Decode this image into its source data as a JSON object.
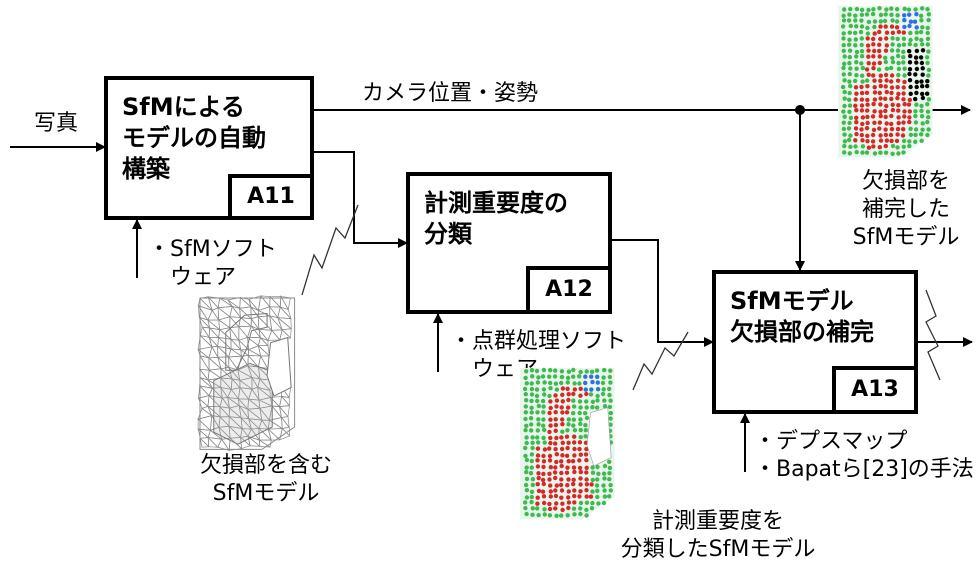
{
  "input_label": "写真",
  "camera_label": "カメラ位置・姿勢",
  "boxes": {
    "a11": {
      "title": "SfMによる\nモデルの自動\n構築",
      "id": "A11"
    },
    "a12": {
      "title": "計測重要度の\n分類",
      "id": "A12"
    },
    "a13": {
      "title": "SfMモデル\n欠損部の補完",
      "id": "A13"
    }
  },
  "mechanisms": {
    "a11": "・SfMソフト\n　ウェア",
    "a12": "・点群処理ソフト\n　ウェア",
    "a13": "・デプスマップ\n・Bapatら[23]の手法"
  },
  "captions": {
    "mesh": "欠損部を含む\nSfMモデル",
    "classified": "計測重要度を\n分類したSfMモデル",
    "completed": "欠損部を\n補完した\nSfMモデル"
  },
  "colors": {
    "red": "#d62828",
    "green": "#3fb950",
    "blue": "#2f6fe0",
    "black": "#000000",
    "mesh": "#8a8a8a"
  }
}
